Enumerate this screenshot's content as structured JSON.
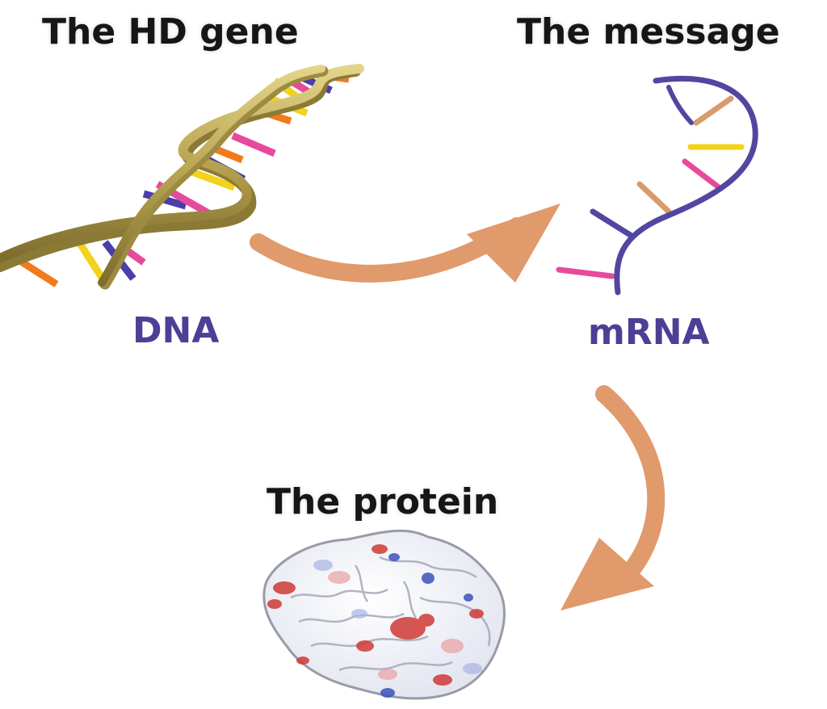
{
  "diagram": {
    "stages": [
      {
        "heading": "The HD gene",
        "label": "DNA"
      },
      {
        "heading": "The message",
        "label": "mRNA"
      },
      {
        "heading": "The protein",
        "label": ""
      }
    ]
  },
  "colors": {
    "heading_text": "#161616",
    "label_text": "#4b3f96",
    "arrow": "#e09a6c",
    "dna_backbone": "#c7b560",
    "mrna_backbone": "#5147a0",
    "base_orange": "#f07a1e",
    "base_yellow": "#f2d21a",
    "base_pink": "#e64a9c",
    "base_blue": "#4a3ea8",
    "base_tan": "#d99a6c",
    "protein_surface": "#eef0f6",
    "protein_red": "#cf3a36",
    "protein_blue": "#3b53b8"
  }
}
